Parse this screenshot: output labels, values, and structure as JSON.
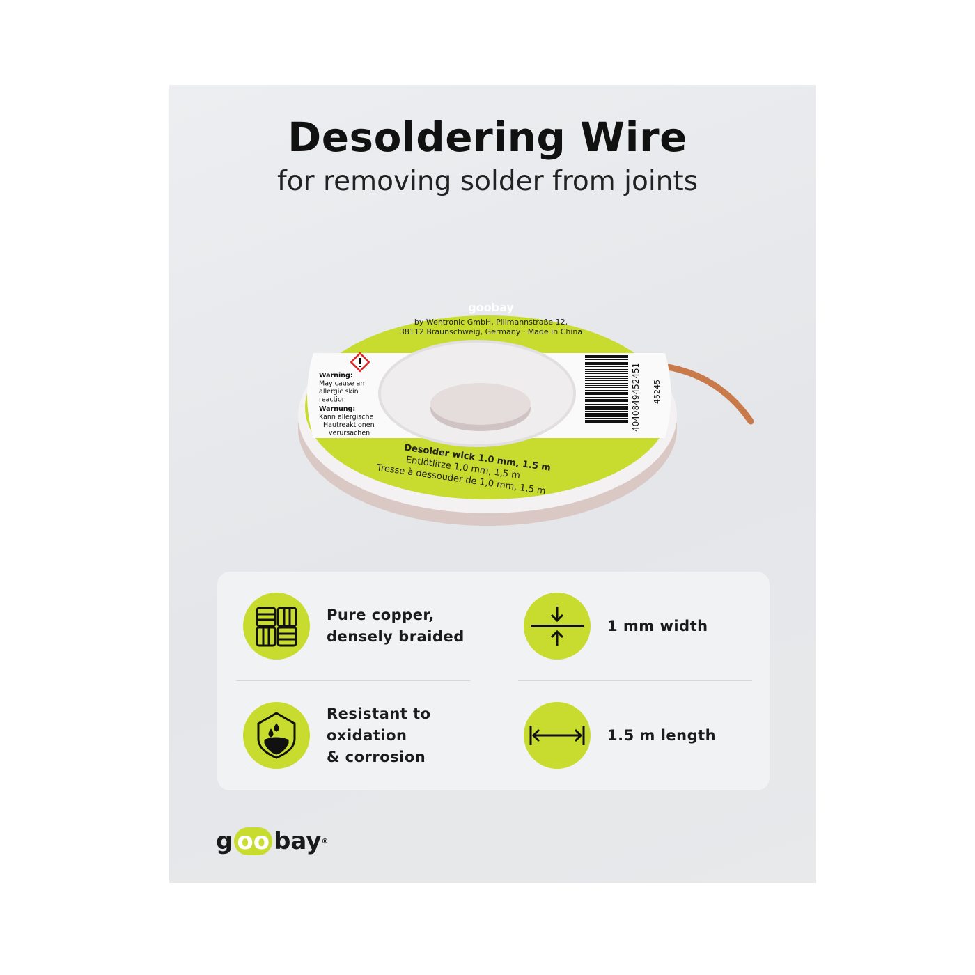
{
  "header": {
    "title": "Desoldering Wire",
    "subtitle": "for removing solder from joints"
  },
  "product_label": {
    "brand": "goobay",
    "manufacturer_line1": "by Wentronic GmbH, Pillmannstraße 12,",
    "manufacturer_line2": "38112 Braunschweig, Germany · Made in China",
    "warning_en_title": "Warning:",
    "warning_en_1": "May cause an",
    "warning_en_2": "allergic skin",
    "warning_en_3": "reaction",
    "warning_de_title": "Warnung:",
    "warning_de_1": "Kann allergische",
    "warning_de_2": "Hautreaktionen",
    "warning_de_3": "verursachen",
    "barcode_number": "4040849452451",
    "article_number": "45245",
    "line_en": "Desolder wick 1.0 mm, 1.5 m",
    "line_de": "Entlötlitze 1,0 mm, 1,5 m",
    "line_fr": "Tresse à dessouder de 1,0 mm, 1,5 m"
  },
  "features": [
    {
      "icon": "braided-copper-icon",
      "line1": "Pure copper,",
      "line2": "densely braided"
    },
    {
      "icon": "width-arrows-icon",
      "line1": "1 mm width"
    },
    {
      "icon": "shield-drop-icon",
      "line1": "Resistant to",
      "line2": "oxidation",
      "line3": "& corrosion"
    },
    {
      "icon": "length-arrows-icon",
      "line1": "1.5 m length"
    }
  ],
  "footer": {
    "logo_g": "g",
    "logo_oo": "oo",
    "logo_bay": "bay",
    "logo_reg": "®"
  },
  "colors": {
    "accent": "#c8dc2f",
    "text": "#111111",
    "background": "#e9eaec"
  }
}
